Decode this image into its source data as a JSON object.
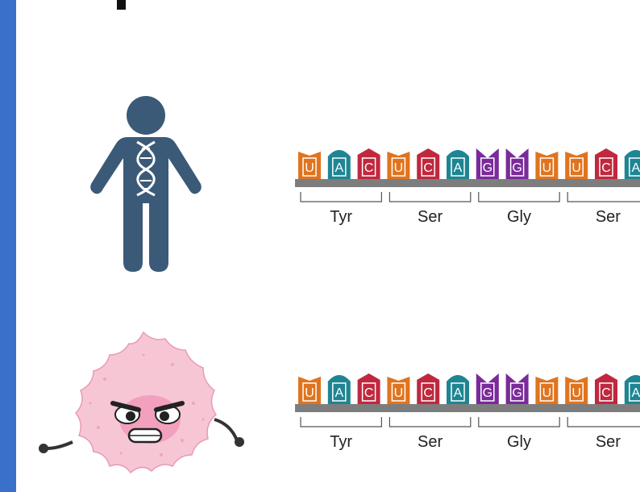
{
  "figure": {
    "accent_bar_color": "#3a70c9",
    "colors": {
      "U": "#e0741e",
      "A": "#1e8592",
      "C": "#c0283e",
      "G": "#7a2a9a",
      "backbone": "#7d7d7d",
      "human": "#3a5a78",
      "cell_body": "#f7c6d5",
      "cell_nucleus": "#f2a0bd"
    },
    "rows": [
      {
        "organism_icon": "human-with-dna-icon",
        "nucleotides": [
          "U",
          "A",
          "C",
          "U",
          "C",
          "A",
          "G",
          "G",
          "U",
          "U",
          "C",
          "A"
        ],
        "codons": [
          {
            "aa": "Tyr"
          },
          {
            "aa": "Ser"
          },
          {
            "aa": "Gly"
          },
          {
            "aa": "Ser"
          }
        ]
      },
      {
        "organism_icon": "angry-cell-icon",
        "nucleotides": [
          "U",
          "A",
          "C",
          "U",
          "C",
          "A",
          "G",
          "G",
          "U",
          "U",
          "C",
          "A"
        ],
        "codons": [
          {
            "aa": "Tyr"
          },
          {
            "aa": "Ser"
          },
          {
            "aa": "Gly"
          },
          {
            "aa": "Ser"
          }
        ]
      }
    ]
  }
}
